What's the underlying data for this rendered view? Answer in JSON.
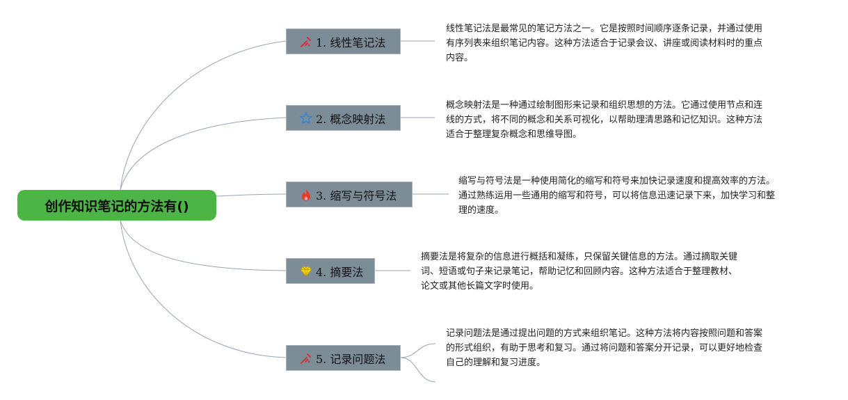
{
  "root": {
    "label": "创作知识笔记的方法有()",
    "color": "#4db546"
  },
  "colors": {
    "branch_fill": "#7d8d98",
    "connector": "#9aa3b4"
  },
  "branches": [
    {
      "label": "1. 线性笔记法",
      "icon": "pen-tool-icon",
      "note_lines": [
        "线性笔记法是最常见的笔记方法之一。它是按照时间顺序逐条记录，并通过使用",
        "有序列表来组织笔记内容。这种方法适合于记录会议、讲座或阅读材料时的重点",
        "内容。"
      ]
    },
    {
      "label": "2. 概念映射法",
      "icon": "star-icon",
      "note_lines": [
        "概念映射法是一种通过绘制图形来记录和组织思想的方法。它通过使用节点和连",
        "线的方式，将不同的概念和关系可视化，以帮助理清思路和记忆知识。这种方法",
        "适合于整理复杂概念和思维导图。"
      ]
    },
    {
      "label": "3. 缩写与符号法",
      "icon": "fire-icon",
      "note_lines": [
        "缩写与符号法是一种使用简化的缩写和符号来加快记录速度和提高效率的方法。",
        "通过熟练运用一些通用的缩写和符号，可以将信息迅速记录下来，加快学习和整",
        "理的速度。"
      ]
    },
    {
      "label": "4. 摘要法",
      "icon": "diamond-icon",
      "note_lines": [
        "摘要法是将复杂的信息进行概括和凝练，只保留关键信息的方法。通过摘取关键",
        "词、短语或句子来记录笔记，帮助记忆和回顾内容。这种方法适合于整理教材、",
        "论文或其他长篇文字时使用。"
      ]
    },
    {
      "label": "5. 记录问题法",
      "icon": "pen-tool-icon",
      "note_lines": [
        "记录问题法是通过提出问题的方式来组织笔记。这种方法将内容按照问题和答案",
        "的形式组织，有助于思考和复习。通过将问题和答案分开记录，可以更好地检查",
        "自己的理解和复习进度。"
      ]
    }
  ]
}
